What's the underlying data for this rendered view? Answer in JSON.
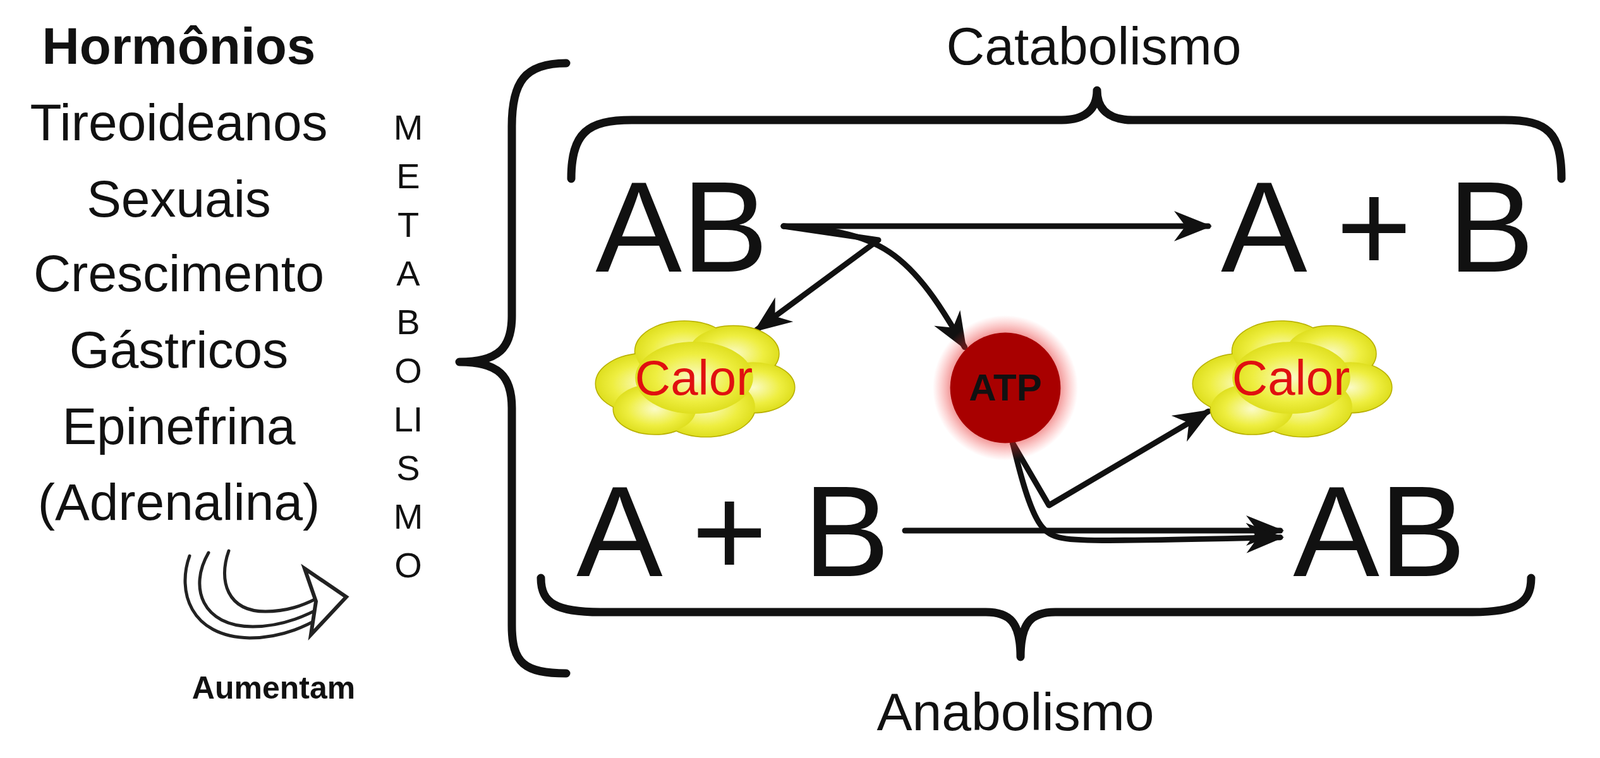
{
  "diagram": {
    "nodes": [
      {
        "text": [
          "AB"
        ]
      },
      {
        "text": [
          "A + B"
        ]
      },
      {
        "text": [
          "Calor"
        ]
      },
      {
        "text": [
          "ATP"
        ]
      },
      {
        "text": [
          "Calor"
        ]
      },
      {
        "text": [
          "A + B"
        ]
      },
      {
        "text": [
          "AB"
        ]
      }
    ],
    "edges": [
      {
        "from": 0,
        "to": 1,
        "arrow": "to"
      },
      {
        "from": 0,
        "to": 2,
        "arrow": "to"
      },
      {
        "from": 0,
        "to": 3,
        "arrow": "to"
      },
      {
        "from": 5,
        "to": 6,
        "arrow": "to"
      },
      {
        "from": 3,
        "to": 6,
        "arrow": "to"
      },
      {
        "from": 3,
        "to": 4,
        "arrow": "to"
      }
    ],
    "labels": [
      "Hormônios",
      "Tireoideanos",
      "Sexuais",
      "Crescimento",
      "Gástricos",
      "Epinefrina",
      "(Adrenalina)",
      "Aumentam",
      "METABOLISMO",
      "Catabolismo",
      "Anabolismo"
    ]
  }
}
